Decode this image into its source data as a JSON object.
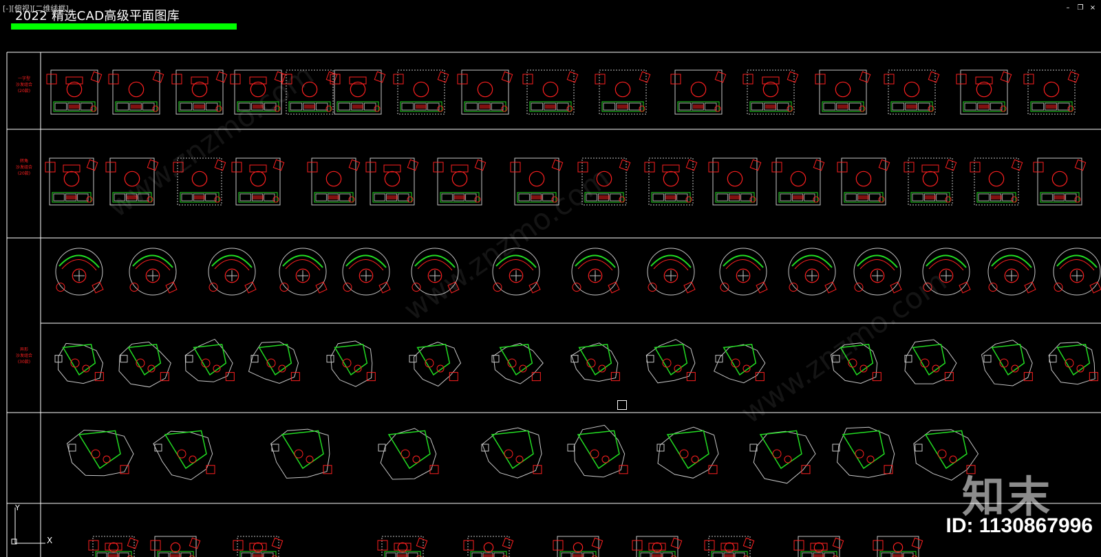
{
  "viewport": {
    "label": "[-][俯视][二维线框]"
  },
  "title": "2022 精选CAD高级平面图库",
  "window_controls": [
    "–",
    "❐",
    "×"
  ],
  "categories": [
    {
      "label": "一字型\n沙发组合\n(20款)"
    },
    {
      "label": "转角\n沙发组合\n(20款)"
    },
    {
      "label": ""
    },
    {
      "label": "异形\n沙发组合\n(30款)"
    },
    {
      "label": ""
    }
  ],
  "ucs": {
    "x": "X",
    "y": "Y"
  },
  "watermark": {
    "logo": "知末",
    "id": "ID: 1130867996",
    "url": "www.znzmo.com"
  },
  "colors": {
    "background": "#000000",
    "frame": "#ffffff",
    "red": "#ff2020",
    "green": "#22dd22",
    "gray": "#c8c8c8",
    "yellow": "#ffff66",
    "accent_bar": "#00ff00"
  }
}
